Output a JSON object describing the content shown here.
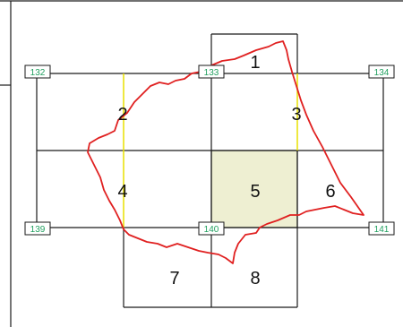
{
  "map": {
    "sheets": [
      {
        "id": "sheet-1",
        "label": "1"
      },
      {
        "id": "sheet-2",
        "label": "2"
      },
      {
        "id": "sheet-3",
        "label": "3"
      },
      {
        "id": "sheet-4",
        "label": "4"
      },
      {
        "id": "sheet-5",
        "label": "5"
      },
      {
        "id": "sheet-6",
        "label": "6"
      },
      {
        "id": "sheet-7",
        "label": "7"
      },
      {
        "id": "sheet-8",
        "label": "8"
      }
    ],
    "nodes": [
      {
        "label": "132"
      },
      {
        "label": "133"
      },
      {
        "label": "134"
      },
      {
        "label": "139"
      },
      {
        "label": "140"
      },
      {
        "label": "141"
      }
    ],
    "highlighted_sheet": "5",
    "colors": {
      "grid": "#1a1a1a",
      "boundary": "#e02020",
      "highlight_fill": "#eeefd2",
      "node_text": "#22a060",
      "meridian": "#e8e000"
    }
  }
}
